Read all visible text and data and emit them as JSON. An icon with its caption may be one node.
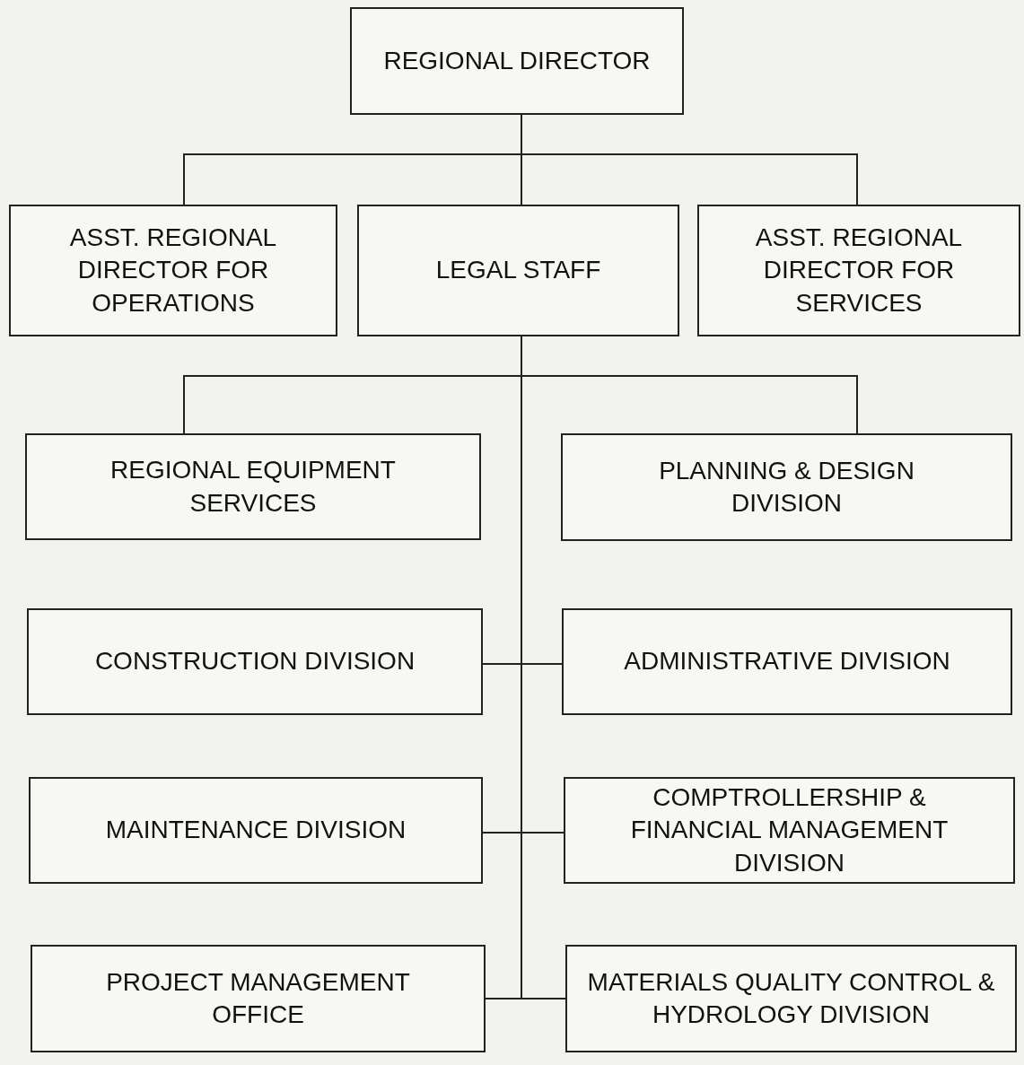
{
  "diagram": {
    "nodes": [
      {
        "text": [
          "REGIONAL DIRECTOR"
        ]
      },
      {
        "text": [
          "ASST. REGIONAL DIRECTOR FOR OPERATIONS"
        ]
      },
      {
        "text": [
          "LEGAL STAFF"
        ]
      },
      {
        "text": [
          "ASST. REGIONAL DIRECTOR FOR SERVICES"
        ]
      },
      {
        "text": [
          "REGIONAL EQUIPMENT SERVICES"
        ]
      },
      {
        "text": [
          "PLANNING & DESIGN DIVISION"
        ]
      },
      {
        "text": [
          "CONSTRUCTION DIVISION"
        ]
      },
      {
        "text": [
          "ADMINISTRATIVE DIVISION"
        ]
      },
      {
        "text": [
          "MAINTENANCE DIVISION"
        ]
      },
      {
        "text": [
          "COMPTROLLERSHIP & FINANCIAL MANAGEMENT DIVISION"
        ]
      },
      {
        "text": [
          "PROJECT MANAGEMENT OFFICE"
        ]
      },
      {
        "text": [
          "MATERIALS QUALITY CONTROL & HYDROLOGY DIVISION"
        ]
      }
    ],
    "edges": [
      {
        "from": 0,
        "to": 1,
        "arrow": "none"
      },
      {
        "from": 0,
        "to": 2,
        "arrow": "none"
      },
      {
        "from": 0,
        "to": 3,
        "arrow": "none"
      },
      {
        "from": 2,
        "to": 4,
        "arrow": "none"
      },
      {
        "from": 2,
        "to": 5,
        "arrow": "none"
      },
      {
        "from": 2,
        "to": 6,
        "arrow": "none"
      },
      {
        "from": 2,
        "to": 7,
        "arrow": "none"
      },
      {
        "from": 2,
        "to": 8,
        "arrow": "none"
      },
      {
        "from": 2,
        "to": 9,
        "arrow": "none"
      },
      {
        "from": 2,
        "to": 10,
        "arrow": "none"
      },
      {
        "from": 2,
        "to": 11,
        "arrow": "none"
      }
    ]
  }
}
